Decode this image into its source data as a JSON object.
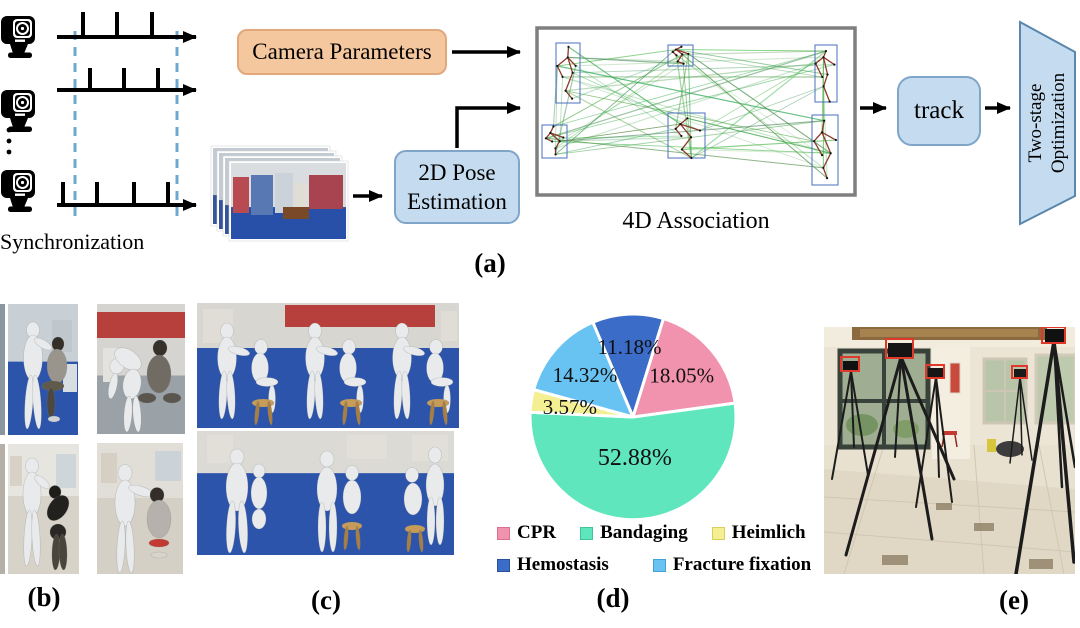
{
  "panel_a": {
    "label": "(a)",
    "sync_label": "Synchronization",
    "camera_parameters": "Camera Parameters",
    "pose_line1": "2D Pose",
    "pose_line2": "Estimation",
    "association_label": "4D Association",
    "track_label": "track",
    "opt_line1": "Two-stage",
    "opt_line2": "Optimization"
  },
  "panels": {
    "b": "(b)",
    "c": "(c)",
    "d": "(d)",
    "e": "(e)"
  },
  "colors": {
    "camera_box_fill": "#f5c79e",
    "flow_box_fill": "#c5dcf0",
    "sync_dash": "#6fa8cd",
    "association_border": "#7f7f7f",
    "detection_box": "#4a6fbe",
    "skeleton": "#8b3a2a",
    "link_green": "#3f9e46",
    "marker_red": "#e0392a"
  },
  "chart_data": {
    "type": "pie",
    "start_angle_deg": -23,
    "slices": [
      {
        "label": "Hemostasis",
        "value": 11.18,
        "display": "11.18%",
        "color": "#3b6cc7",
        "border": "#2a4f9b",
        "label_r": 0.68
      },
      {
        "label": "CPR",
        "value": 18.05,
        "display": "18.05%",
        "color": "#f192ae",
        "border": "#d97092",
        "label_r": 0.62
      },
      {
        "label": "Bandaging",
        "value": 52.88,
        "display": "52.88%",
        "color": "#5fe6bd",
        "border": "#41c49e",
        "label_r": 0.4
      },
      {
        "label": "Heimlich",
        "value": 3.57,
        "display": "3.57%",
        "color": "#f4ef92",
        "border": "#d9cf5e",
        "label_r": 0.62
      },
      {
        "label": "Fracture fixation",
        "value": 14.32,
        "display": "14.32%",
        "color": "#69c3f2",
        "border": "#42a2d8",
        "label_r": 0.62
      }
    ],
    "legend_rows": [
      [
        "CPR",
        "Bandaging",
        "Heimlich"
      ],
      [
        "Hemostasis",
        "Fracture fixation"
      ]
    ],
    "legend_position": "bottom"
  }
}
